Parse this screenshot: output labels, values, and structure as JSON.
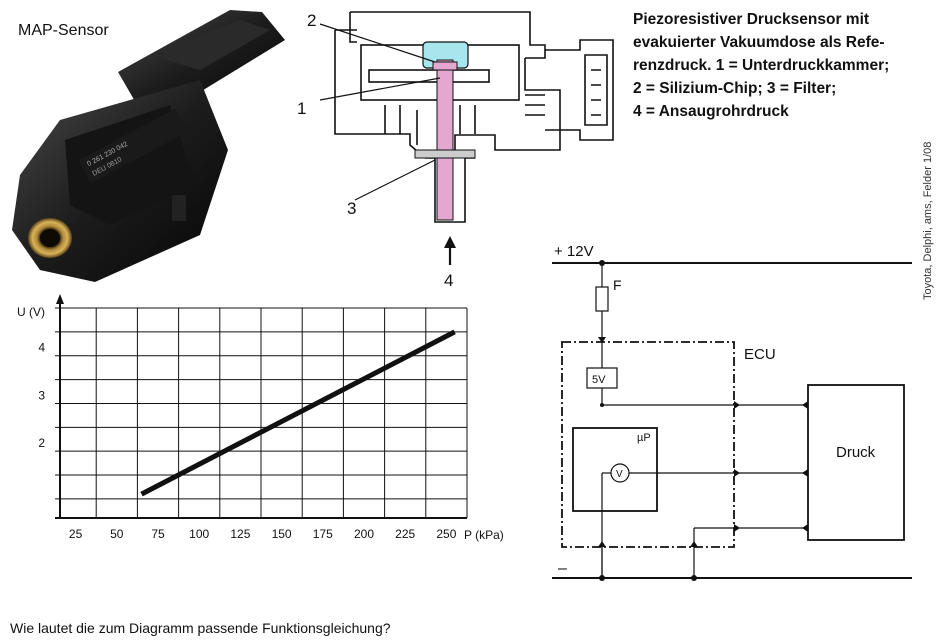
{
  "photo": {
    "label": "MAP-Sensor"
  },
  "description": {
    "lines": [
      "Piezoresistiver Drucksensor mit",
      "evakuierter Vakuumdose als Refe-",
      "renzdruck. 1 = Unterdruckkammer;",
      "2 = Silizium-Chip; 3 = Filter;",
      "4 = Ansaugrohrdruck"
    ]
  },
  "cross_section": {
    "callouts": [
      "2",
      "1",
      "3",
      "4"
    ]
  },
  "circuit": {
    "supply": "+ 12V",
    "fuse": "F",
    "ecu": "ECU",
    "regulator": "5V",
    "micro": "µP",
    "voltmeter": "V",
    "sensor": "Druck",
    "ground": "–"
  },
  "credit": "Toyota, Delphi, ams, Felder   1/08",
  "question": "Wie lautet die zum Diagramm passende Funktionsgleichung?",
  "chart_data": {
    "type": "line",
    "ylabel": "U (V)",
    "xlabel": "P (kPa)",
    "x_ticks": [
      25,
      50,
      75,
      100,
      125,
      150,
      175,
      200,
      225,
      250
    ],
    "y_ticks": [
      2,
      3,
      4
    ],
    "xlim": [
      12.5,
      262.5
    ],
    "ylim": [
      0.6,
      5
    ],
    "grid": true,
    "series": [
      {
        "values": [
          {
            "x": 65,
            "y": 1.1
          },
          {
            "x": 255,
            "y": 4.5
          }
        ]
      }
    ]
  }
}
